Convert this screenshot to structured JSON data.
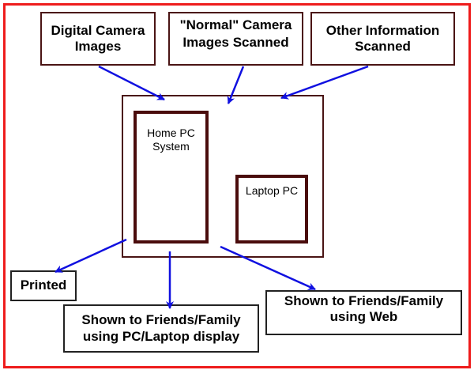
{
  "diagram": {
    "type": "flow",
    "colors": {
      "frame": "#ee1c1c",
      "box_border": "#4a1414",
      "arrow": "#1010e0",
      "text": "#000000"
    },
    "sources": [
      {
        "id": "digital",
        "lines": [
          "Digital Camera",
          "Images"
        ]
      },
      {
        "id": "normal",
        "lines": [
          "\"Normal\" Camera",
          "Images Scanned"
        ]
      },
      {
        "id": "other",
        "lines": [
          "Other Information",
          "Scanned"
        ]
      }
    ],
    "system": {
      "home_pc": {
        "lines": [
          "Home PC",
          "System"
        ]
      },
      "laptop": {
        "lines": [
          "Laptop PC"
        ]
      }
    },
    "outputs": [
      {
        "id": "printed",
        "lines": [
          "Printed"
        ]
      },
      {
        "id": "display",
        "lines": [
          "Shown to Friends/Family",
          "using PC/Laptop display"
        ]
      },
      {
        "id": "web",
        "lines": [
          "Shown to Friends/Family",
          "using Web"
        ]
      }
    ],
    "edges": [
      {
        "from": "digital",
        "to": "system"
      },
      {
        "from": "normal",
        "to": "system"
      },
      {
        "from": "other",
        "to": "system"
      },
      {
        "from": "system",
        "to": "printed"
      },
      {
        "from": "system",
        "to": "display"
      },
      {
        "from": "system",
        "to": "web"
      }
    ]
  }
}
